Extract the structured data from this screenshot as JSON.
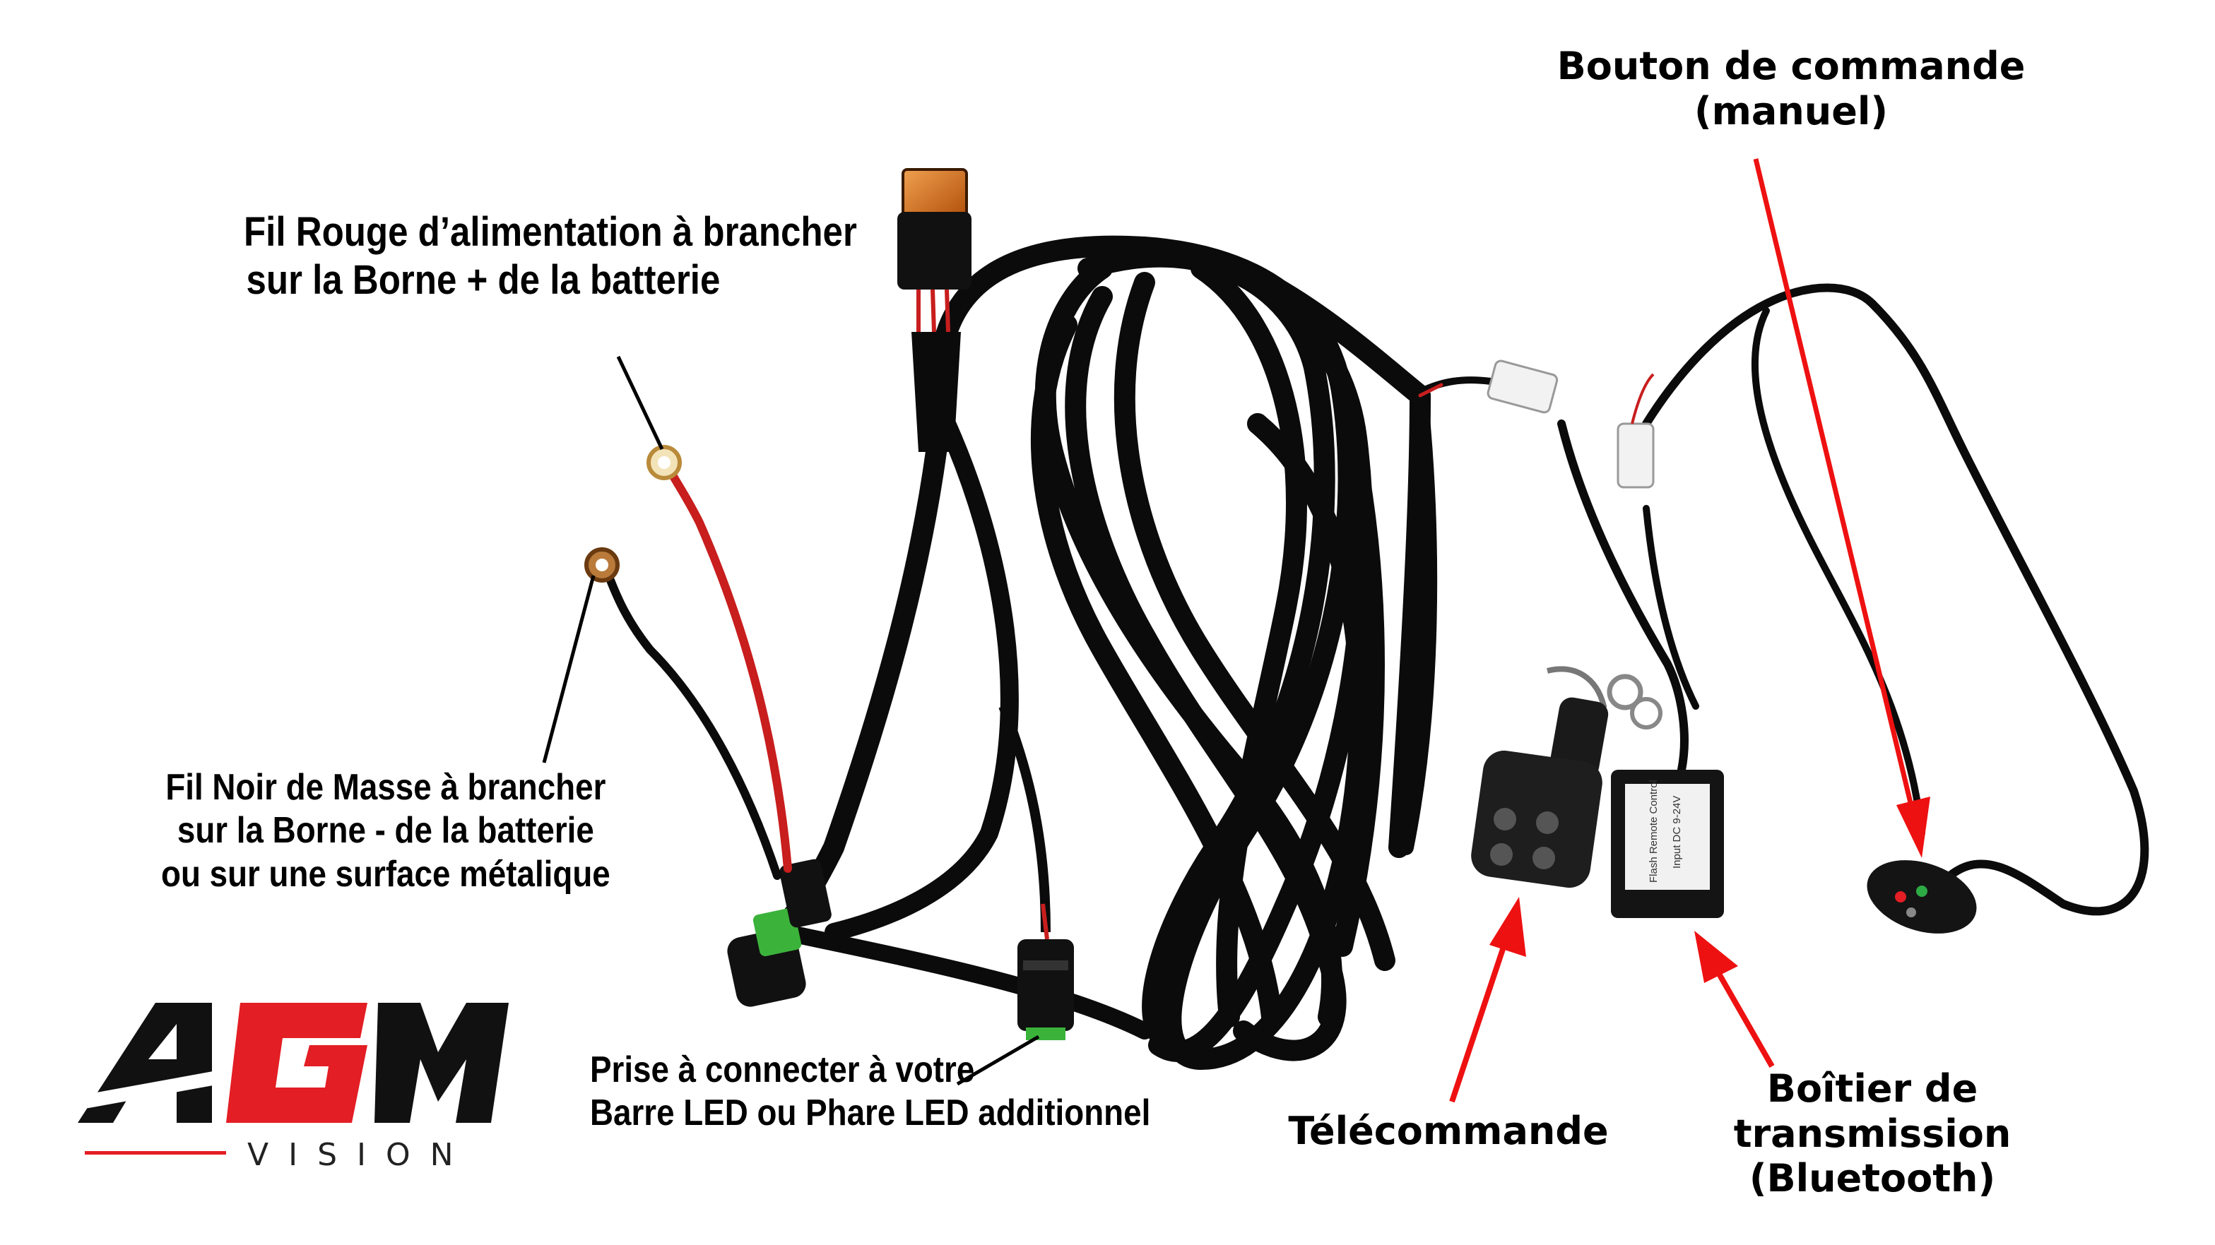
{
  "labels": {
    "red_wire": [
      "Fil Rouge d’alimentation à brancher",
      "sur la Borne +  de la batterie"
    ],
    "black_wire": [
      "Fil Noir de Masse à brancher",
      "sur la Borne -  de la batterie",
      "ou sur une surface métalique"
    ],
    "plug": [
      "Prise à connecter à votre",
      "Barre LED ou Phare LED additionnel"
    ],
    "button": [
      "Bouton de commande",
      "(manuel)"
    ],
    "remote": [
      "Télécommande"
    ],
    "box": [
      "Boîtier de",
      "transmission",
      "(Bluetooth)"
    ]
  },
  "remote_box_text": [
    "Flash Remote Control",
    "Input DC 9-24V"
  ],
  "logo": {
    "letters": "AGM",
    "subtitle": "VISION"
  },
  "colors": {
    "arrow": "#ee1111",
    "cable": "#0b0b0b",
    "red_wire": "#c81e1e",
    "relay": "#d46a16",
    "logo_red": "#e31e24"
  }
}
